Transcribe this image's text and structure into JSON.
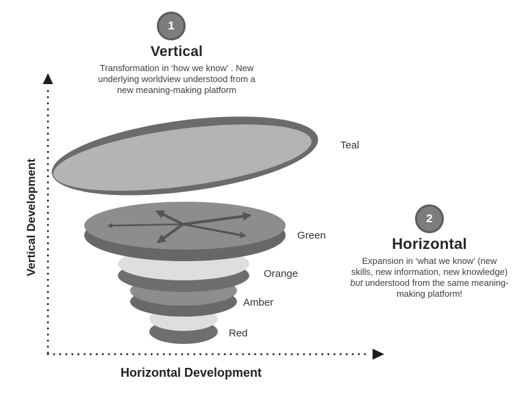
{
  "vertical_section": {
    "badge": "1",
    "title": "Vertical",
    "description": "Transformation in ‘how we know’ . New underlying worldview understood from a new meaning-making platform"
  },
  "horizontal_section": {
    "badge": "2",
    "title": "Horizontal",
    "description_before": "Expansion in ‘what we know’ (new skills, new information, new knowledge) ",
    "description_italic": "but",
    "description_after": " understood from the same meaning-making platform!"
  },
  "axes": {
    "y_label": "Vertical Development",
    "x_label": "Horizontal Development"
  },
  "funnel_labels": [
    "Teal",
    "Green",
    "Orange",
    "Amber",
    "Red"
  ],
  "colors": {
    "disc_face_light": "#b4b4b4",
    "disc_face_mid": "#8d8d8d",
    "band_light": "#dedede",
    "rim_dark": "#6b6b6b",
    "badge_fill": "#7d7d7d",
    "badge_border": "#5c5c5c",
    "axis": "#1e1e1e"
  }
}
